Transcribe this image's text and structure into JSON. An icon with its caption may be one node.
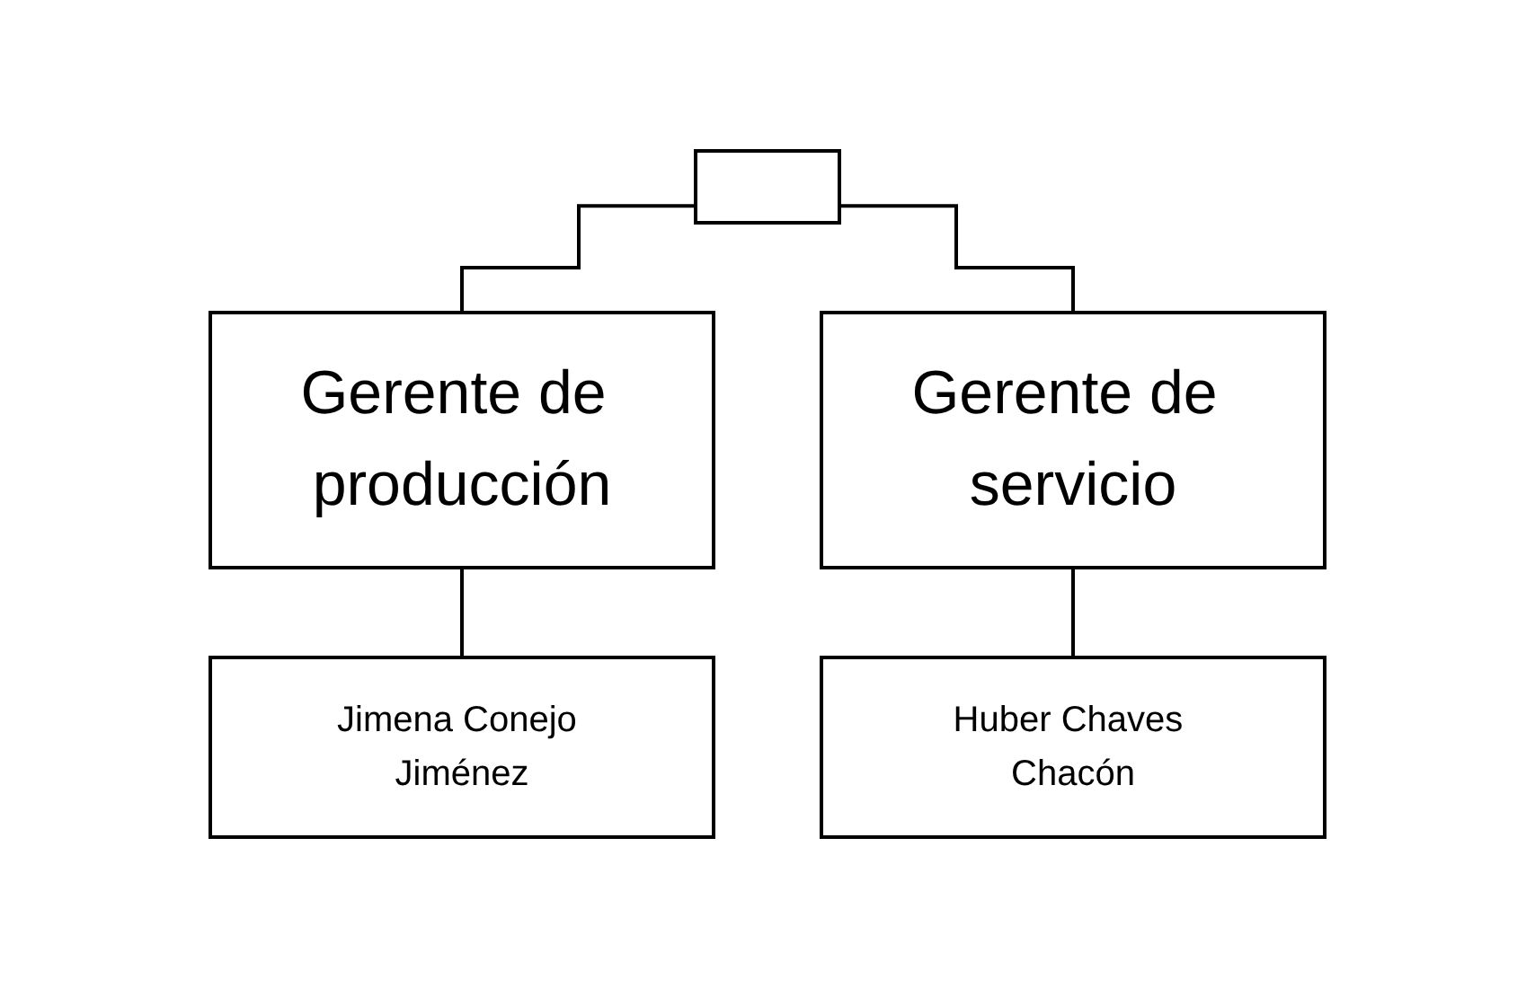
{
  "diagram": {
    "nodes": [
      {
        "text": [],
        "shape": "box"
      },
      {
        "text": [
          "Gerente de producción"
        ]
      },
      {
        "text": [
          "Gerente de servicio"
        ]
      },
      {
        "text": [
          "Jimena Conejo Jiménez"
        ]
      },
      {
        "text": [
          "Huber Chaves Chacón"
        ]
      }
    ],
    "edges": [
      {
        "from": 0,
        "to": 1,
        "arrow": "none"
      },
      {
        "from": 0,
        "to": 2,
        "arrow": "none"
      },
      {
        "from": 1,
        "to": 3,
        "arrow": "none"
      },
      {
        "from": 2,
        "to": 4,
        "arrow": "none"
      }
    ]
  }
}
